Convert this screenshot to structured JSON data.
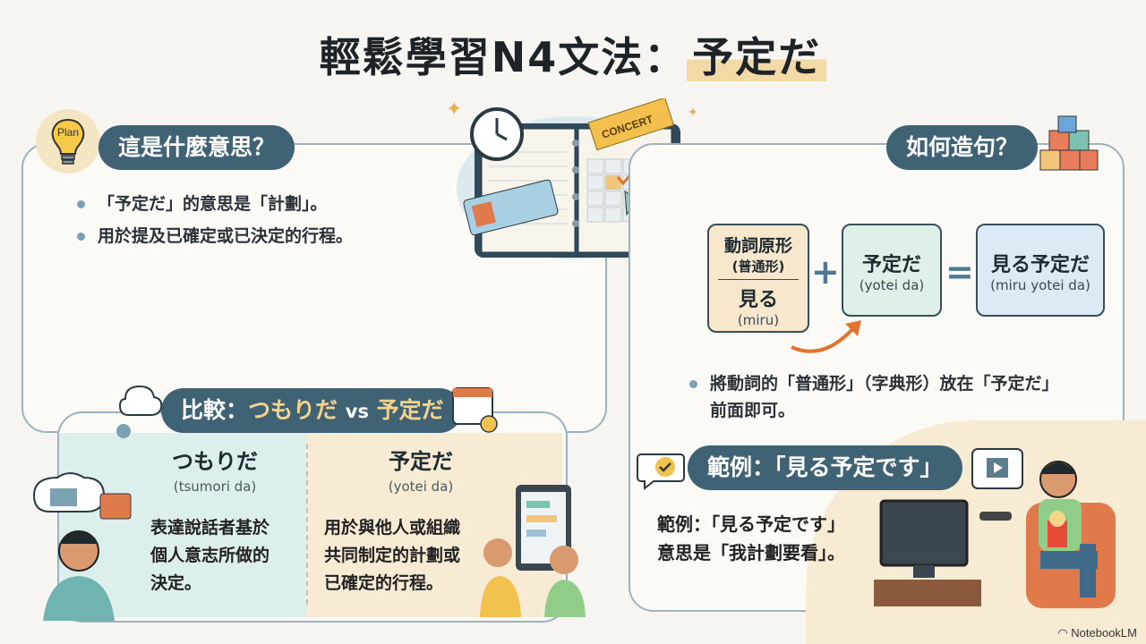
{
  "title": {
    "main": "輕鬆學習N4文法：",
    "highlight": "予定だ"
  },
  "meaning": {
    "header": "這是什麼意思？",
    "icon_label": "Plan",
    "bullets": [
      "「予定だ」的意思是「計劃」。",
      "用於提及已確定或已決定的行程。"
    ]
  },
  "illustration": {
    "ticket_label": "CONCERT"
  },
  "compare": {
    "header_prefix": "比較：",
    "header_terms": "つもりだ",
    "header_vs": "vs",
    "header_terms2": "予定だ",
    "left": {
      "term": "つもりだ",
      "romaji": "(tsumori da)",
      "desc": [
        "表達說話者基於",
        "個人意志所做的",
        "決定。"
      ]
    },
    "right": {
      "term": "予定だ",
      "romaji": "(yotei da)",
      "desc": [
        "用於與他人或組織",
        "共同制定的計劃或",
        "已確定的行程。"
      ]
    }
  },
  "howto": {
    "header": "如何造句？",
    "box1": {
      "line1": "動詞原形",
      "line2": "(普通形)",
      "word": "見る",
      "romaji": "(miru)"
    },
    "plus": "+",
    "box2": {
      "word": "予定だ",
      "romaji": "(yotei da)"
    },
    "equals": "=",
    "box3": {
      "word": "見る予定だ",
      "romaji": "(miru yotei da)"
    },
    "note": [
      "將動詞的「普通形」（字典形）放在「予定だ」",
      "前面即可。"
    ]
  },
  "example": {
    "header": "範例：「見る予定です」",
    "lines": [
      "範例：「見る予定です」",
      "意思是「我計劃要看」。"
    ]
  },
  "footer": {
    "brand": "NotebookLM"
  },
  "colors": {
    "pill": "#3f6274",
    "highlight": "#f3d9a6",
    "accent_blue": "#4d7a92"
  }
}
